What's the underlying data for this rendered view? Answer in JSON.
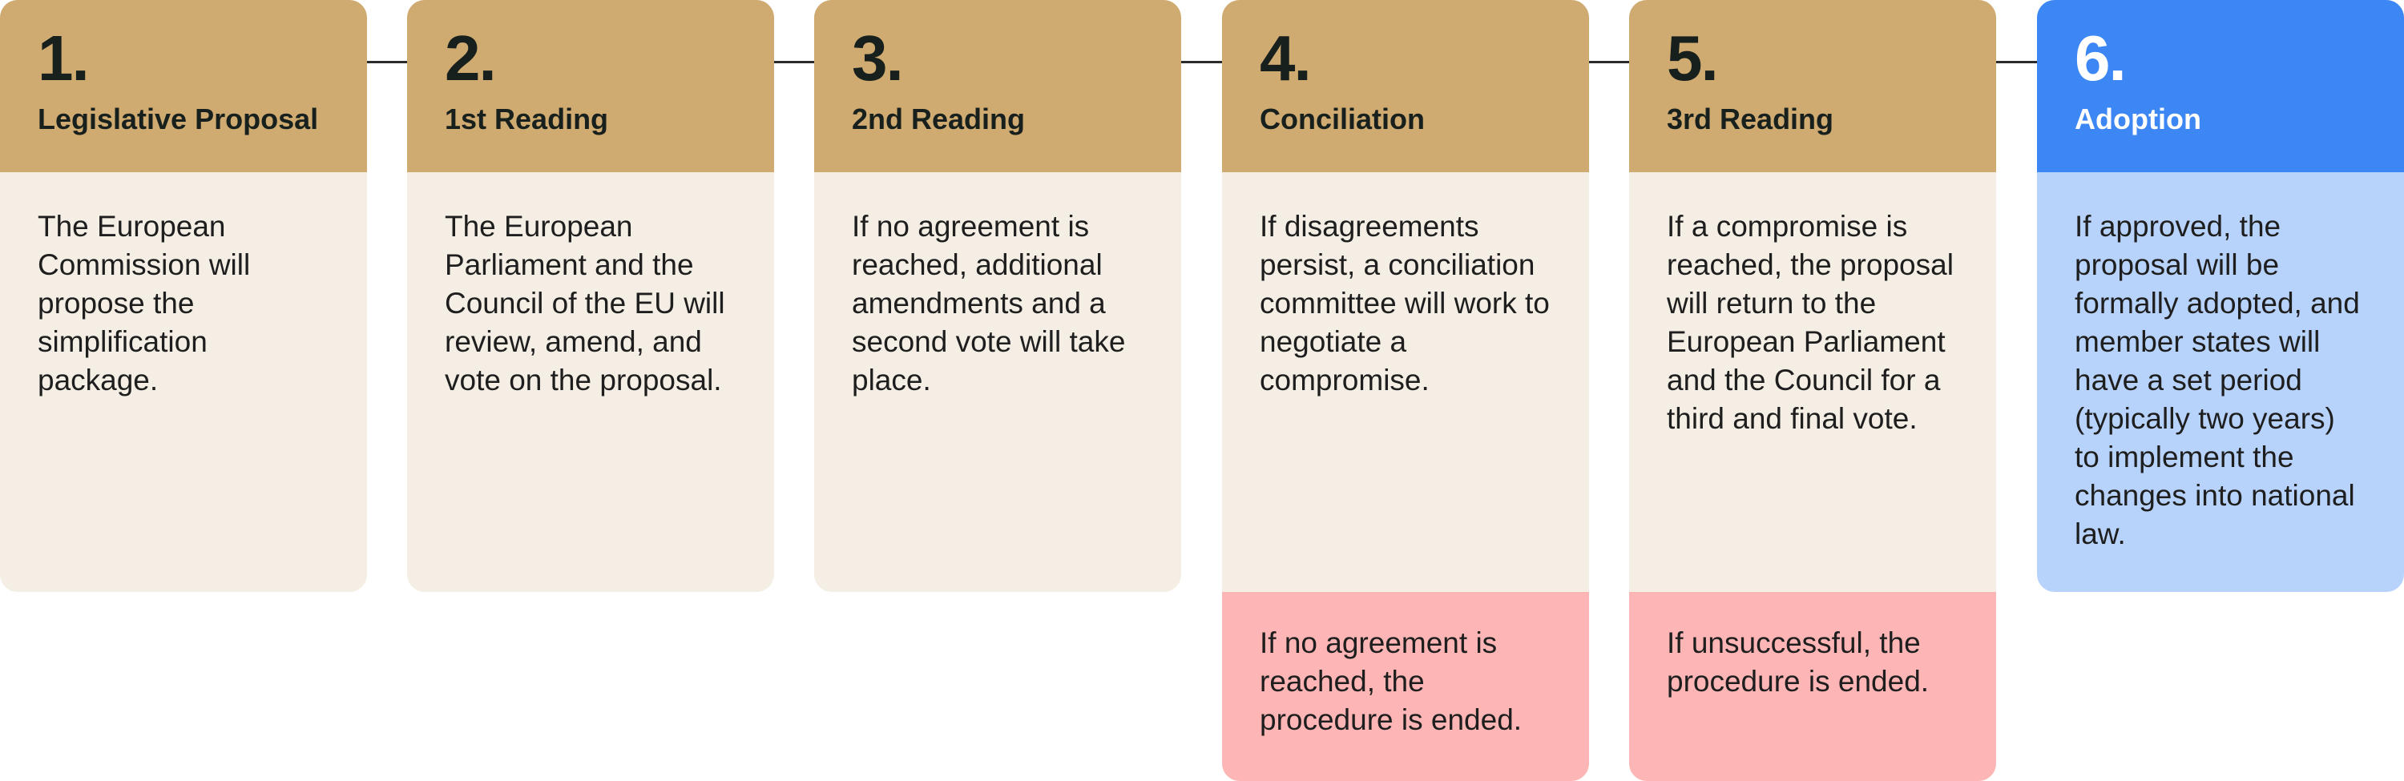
{
  "colors": {
    "tan_header": "#cfaa71",
    "tan_body": "#f4eee4",
    "failure_box": "#fdb5b5",
    "final_header": "#3c87f4",
    "final_body": "#b8d3fb",
    "connector": "#2b2b2b"
  },
  "steps": [
    {
      "number": "1.",
      "title": "Legislative Proposal",
      "text": "The European Commission will propose the simplification package."
    },
    {
      "number": "2.",
      "title": "1st Reading",
      "text": "The European Parliament and the Council of the EU will review, amend, and vote on the proposal."
    },
    {
      "number": "3.",
      "title": "2nd Reading",
      "text": "If no agreement is reached, additional amendments and a second vote will take place."
    },
    {
      "number": "4.",
      "title": "Conciliation",
      "text": "If disagreements persist, a conciliation committee will work to negotiate a compromise.",
      "failure": "If no agreement is reached, the procedure is ended."
    },
    {
      "number": "5.",
      "title": "3rd Reading",
      "text": "If a compromise is reached, the proposal will return to the European Parliament and the Council for a third and final vote.",
      "failure": "If unsuccessful, the procedure is ended."
    },
    {
      "number": "6.",
      "title": "Adoption",
      "text": "If approved, the proposal will be formally adopted, and member states will have a set period (typically two years) to implement the changes into national law."
    }
  ]
}
